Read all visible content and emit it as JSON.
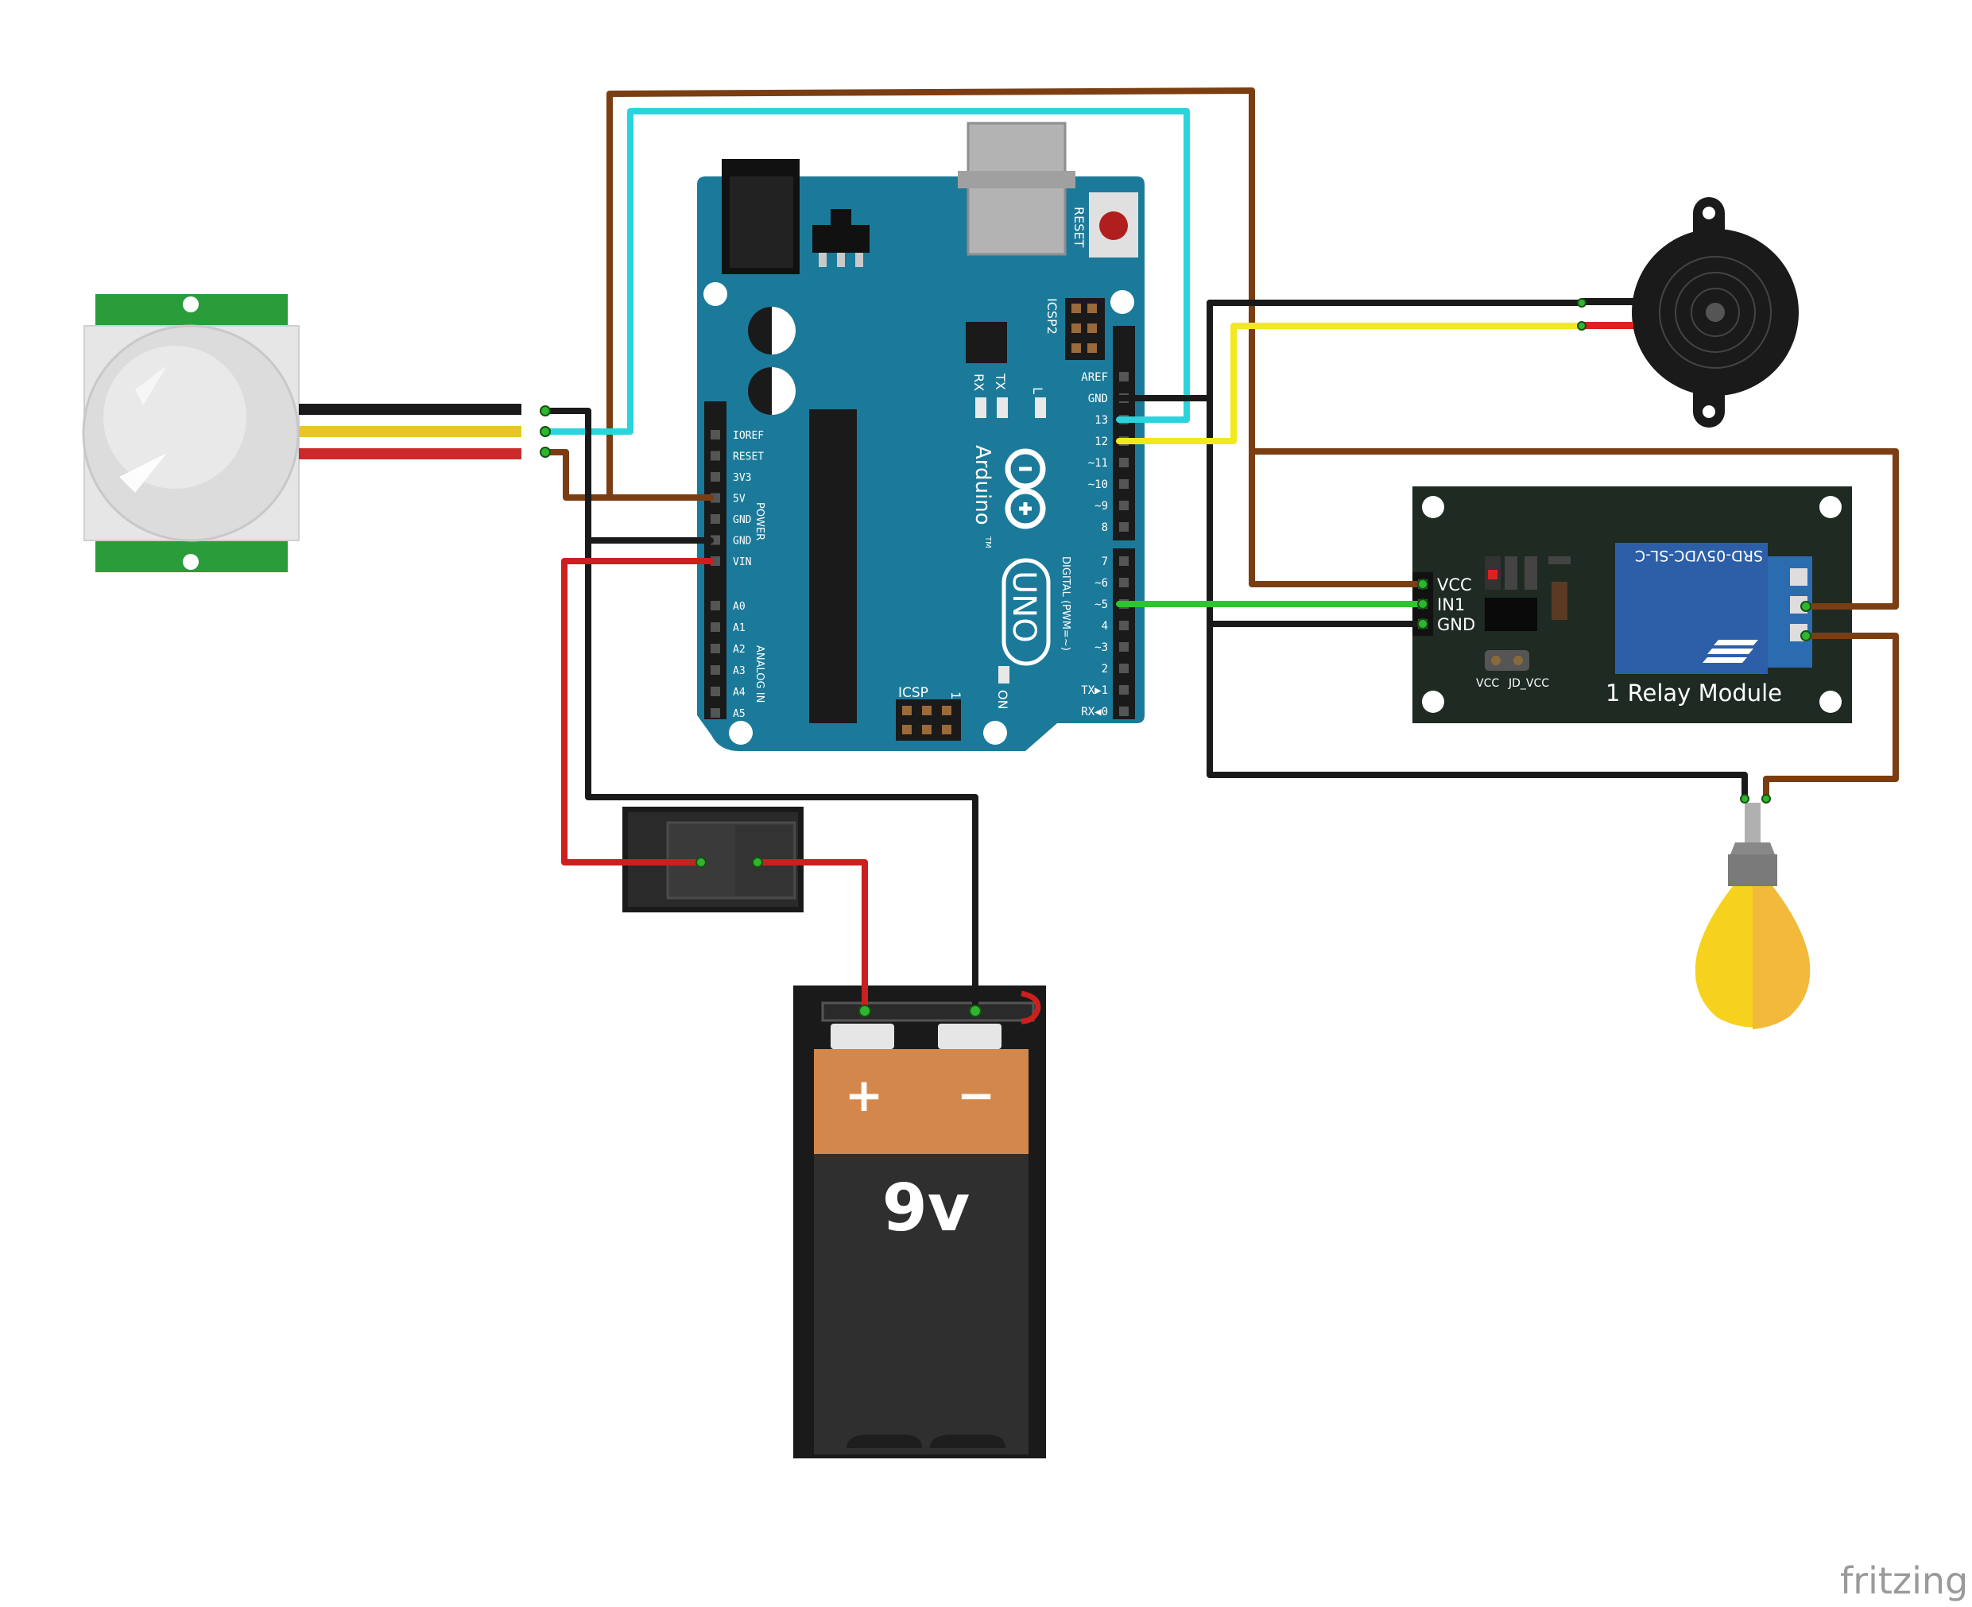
{
  "arduino": {
    "brand": "Arduino",
    "model": "UNO",
    "reset_label": "RESET",
    "icsp2_label": "ICSP2",
    "icsp_label": "ICSP",
    "icsp_pin1": "1",
    "on_label": "ON",
    "tx_label": "TX",
    "rx_label": "RX",
    "l_label": "L",
    "tm": "TM",
    "power_header": "POWER",
    "analog_header": "ANALOG IN",
    "digital_header": "DIGITAL (PWM=~)",
    "power_pins": [
      "IOREF",
      "RESET",
      "3V3",
      "5V",
      "GND",
      "GND",
      "VIN"
    ],
    "analog_pins": [
      "A0",
      "A1",
      "A2",
      "A3",
      "A4",
      "A5"
    ],
    "digital_top_pins": [
      "AREF",
      "GND",
      "13",
      "12",
      "~11",
      "~10",
      "~9",
      "8"
    ],
    "digital_bottom_pins": [
      "7",
      "~6",
      "~5",
      "4",
      "~3",
      "2",
      "TX▶1",
      "RX◀0"
    ]
  },
  "relay": {
    "pins": [
      "VCC",
      "IN1",
      "GND"
    ],
    "relay_part": "SRD-05VDC-SL-C",
    "jumper_left": "VCC",
    "jumper_right": "JD_VCC",
    "module_label": "1 Relay Module"
  },
  "battery": {
    "plus": "+",
    "minus": "−",
    "voltage": "9v"
  },
  "watermark": "fritzing",
  "colors": {
    "board": "#1b7a9a",
    "wire_brown": "#7a3e12",
    "wire_cyan": "#2ad4dc",
    "wire_black": "#1a1a1a",
    "wire_red": "#cc1f1f",
    "wire_yellow": "#f2e81e",
    "wire_green": "#2ec52e",
    "pir_green": "#2a9d3a",
    "relay_board": "#1e2a22",
    "relay_blue": "#2c5fa8",
    "battery_copper": "#d4874a",
    "bulb_yellow": "#f6d21e"
  }
}
